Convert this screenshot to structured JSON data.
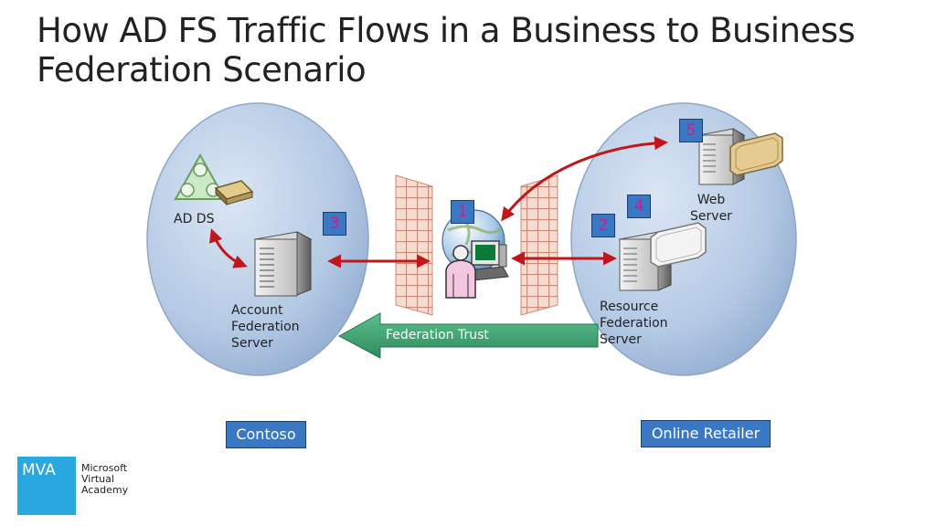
{
  "slide": {
    "title_line1": "How AD FS Traffic Flows in a Business to Business",
    "title_line2": "Federation Scenario"
  },
  "left_domain": {
    "ad_ds_label": "AD DS",
    "server_label_lines": [
      "Account",
      "Federation",
      "Server"
    ],
    "org_name": "Contoso"
  },
  "right_domain": {
    "web_server_lines": [
      "Web",
      "Server"
    ],
    "resource_server_lines": [
      "Resource",
      "Federation",
      "Server"
    ],
    "org_name": "Online Retailer"
  },
  "steps": [
    "1",
    "2",
    "3",
    "4",
    "5"
  ],
  "trust": {
    "label": "Federation Trust"
  },
  "branding": {
    "abbr": "MVA",
    "name_lines": [
      "Microsoft",
      "Virtual",
      "Academy"
    ]
  },
  "colors": {
    "badge_blue": "#3a78c3",
    "badge_number": "#c81e8c",
    "arrow_red": "#c0171c",
    "trust_green": "#3a9a6c",
    "circle_fill": "#b7cae4",
    "mva_blue": "#29a8e0"
  },
  "icons": [
    "ad-ds-triangle-icon",
    "server-icon",
    "web-server-icon",
    "user-icon",
    "globe-icon",
    "computer-icon",
    "firewall-icon",
    "document-icon"
  ]
}
